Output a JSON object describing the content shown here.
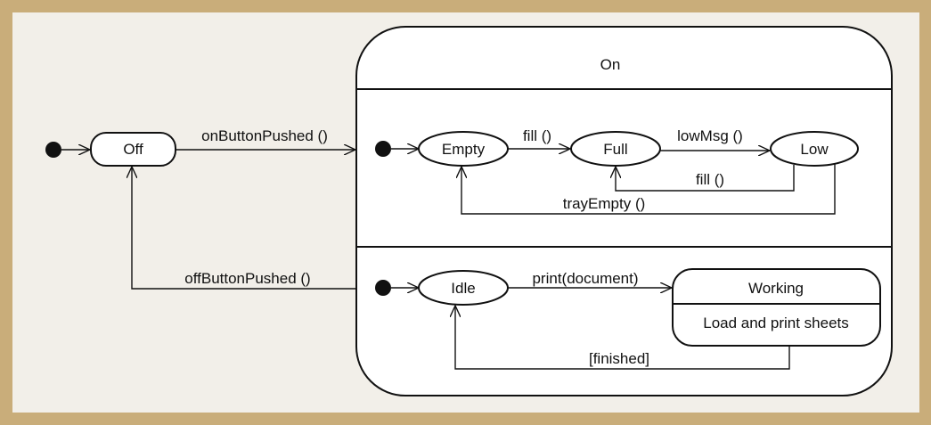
{
  "diagram": {
    "colors": {
      "frame": "#c9ad7a",
      "background": "#f2efe9",
      "line": "#111111",
      "state_fill": "#ffffff"
    },
    "composite": {
      "title": "On"
    },
    "states": {
      "off": "Off",
      "empty": "Empty",
      "full": "Full",
      "low": "Low",
      "idle": "Idle",
      "working": "Working",
      "working_activity": "Load and print sheets"
    },
    "transitions": {
      "on_button_pushed": "onButtonPushed ()",
      "off_button_pushed": "offButtonPushed ()",
      "fill_empty_full": "fill ()",
      "low_msg": "lowMsg ()",
      "fill_low_full": "fill ()",
      "tray_empty": "trayEmpty ()",
      "print_document": "print(document)",
      "finished": "[finished]"
    }
  }
}
